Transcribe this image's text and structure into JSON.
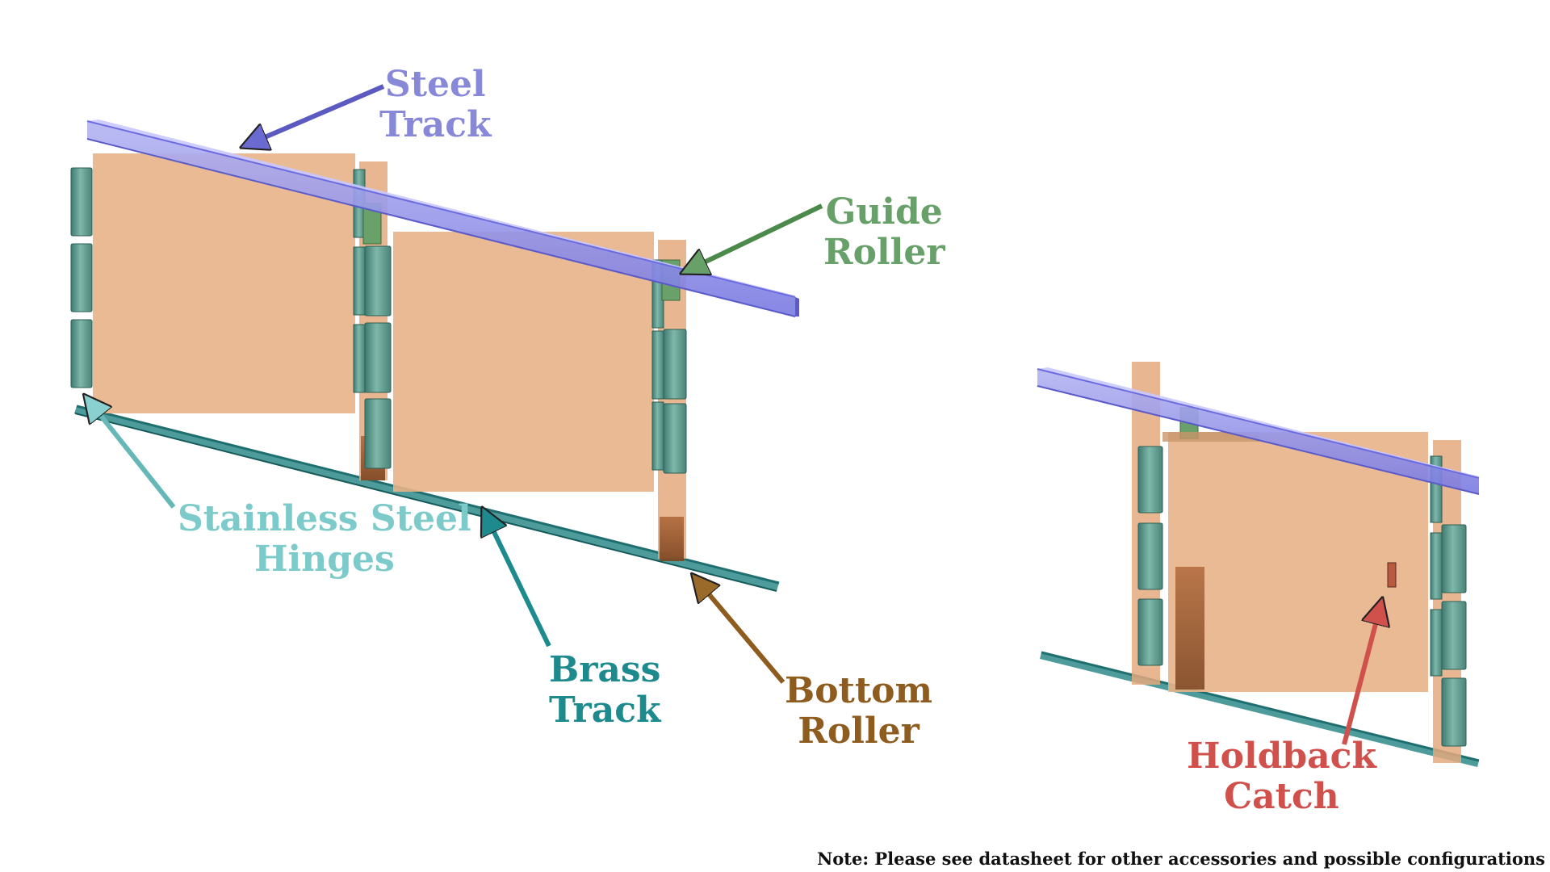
{
  "labels": {
    "steel_track": {
      "line1": "Steel",
      "line2": "Track"
    },
    "guide_roller": {
      "line1": "Guide",
      "line2": "Roller"
    },
    "stainless_hinges": {
      "line1": "Stainless Steel",
      "line2": "Hinges"
    },
    "brass_track": {
      "line1": "Brass",
      "line2": "Track"
    },
    "bottom_roller": {
      "line1": "Bottom",
      "line2": "Roller"
    },
    "holdback_catch": {
      "line1": "Holdback",
      "line2": "Catch"
    }
  },
  "note": "Note: Please see datasheet for other accessories and possible configurations",
  "colors": {
    "steel_track": "#8888d8",
    "guide_roller": "#68a06a",
    "stainless_hinges": "#7ccaca",
    "brass_track": "#1d8a8e",
    "bottom_roller": "#8e5c1e",
    "holdback_catch": "#d0504c",
    "door_panel": "#e9b48a",
    "hinge_plate": "#5e9a8c"
  }
}
